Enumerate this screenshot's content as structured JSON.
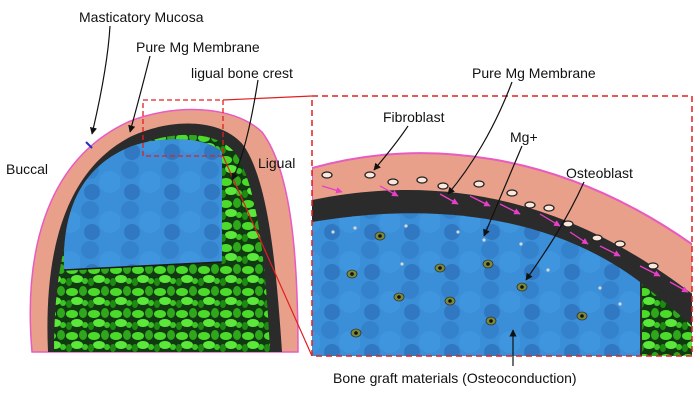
{
  "labels": {
    "masticatory_mucosa": "Masticatory Mucosa",
    "pure_mg_membrane_left": "Pure Mg Membrane",
    "lingual_bone_crest": "ligual bone crest",
    "buccal": "Buccal",
    "lingual": "Ligual",
    "pure_mg_membrane_right": "Pure Mg Membrane",
    "fibroblast": "Fibroblast",
    "mg_ion": "Mg+",
    "osteoblast": "Osteoblast",
    "bone_graft": "Bone graft materials (Osteoconduction)"
  },
  "colors": {
    "mucosa": "#E8A08A",
    "mucosa_edge": "#E85BC0",
    "membrane": "#2B2B2B",
    "graft": "#3A8FD8",
    "bone_green": "#4CDB2A",
    "callout": "#E02020",
    "arrow_pink": "#E83FC8"
  }
}
